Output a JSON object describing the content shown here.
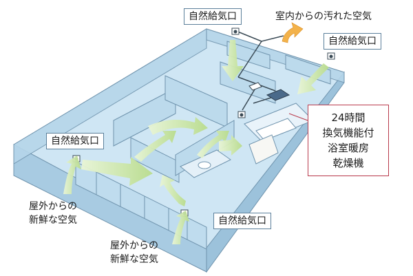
{
  "labels": {
    "natural_inlet_top": "自然給気口",
    "dirty_air": "室内からの汚れた空気",
    "natural_inlet_right": "自然給気口",
    "natural_inlet_left": "自然給気口",
    "natural_inlet_bottom": "自然給気口",
    "fresh_air_left": [
      "屋外からの",
      "新鮮な空気"
    ],
    "fresh_air_bottom": [
      "屋外からの",
      "新鮮な空気"
    ]
  },
  "feature": {
    "lines": [
      "24時間",
      "換気機能付",
      "浴室暖房",
      "乾燥機"
    ],
    "border_color": "#b8384a"
  },
  "colors": {
    "building": "#c9e2f1",
    "wall": "#a9cce3",
    "outline": "#5b7f9a",
    "fresh_arrow": "#d6ecb4",
    "dirty_arrow": "#f3b24a"
  }
}
